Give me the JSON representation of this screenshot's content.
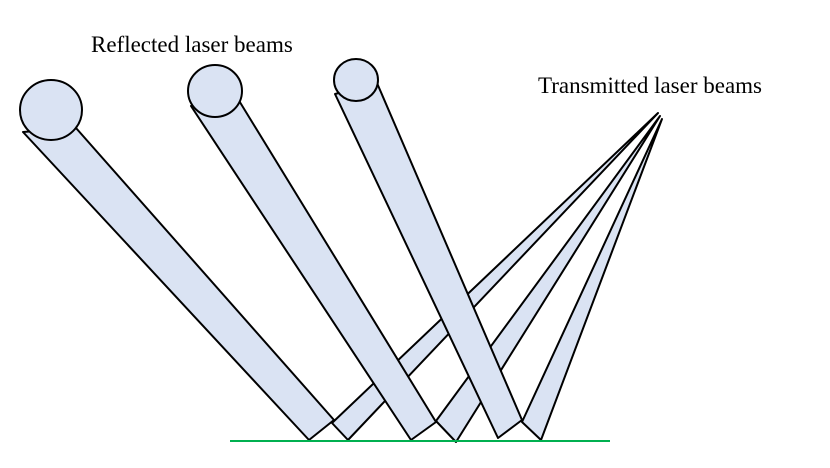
{
  "labels": {
    "reflected": "Reflected laser beams",
    "transmitted": "Transmitted laser beams"
  },
  "colors": {
    "beam_fill": "#dae3f3",
    "beam_stroke": "#000000",
    "surface": "#00b050",
    "background": "#ffffff"
  },
  "beams": {
    "reflected_count": 3,
    "transmitted_count": 3
  }
}
